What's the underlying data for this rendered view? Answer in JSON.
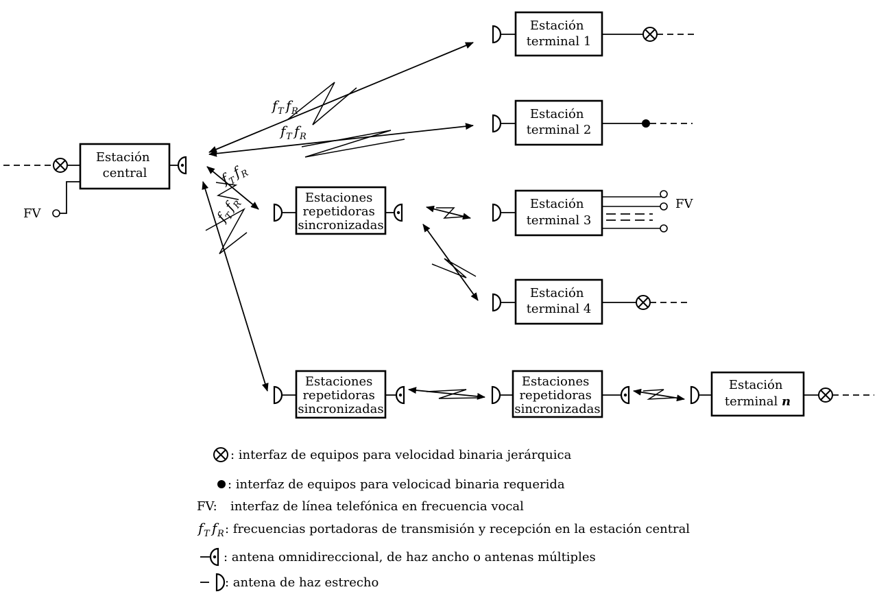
{
  "boxes": {
    "central": [
      "Estación",
      "central"
    ],
    "t1": [
      "Estación",
      "terminal 1"
    ],
    "t2": [
      "Estación",
      "terminal 2"
    ],
    "t3": [
      "Estación",
      "terminal 3"
    ],
    "t4": [
      "Estación",
      "terminal 4"
    ],
    "rep1": [
      "Estaciones",
      "repetidoras",
      "sincronizadas"
    ],
    "rep2": [
      "Estaciones",
      "repetidoras",
      "sincronizadas"
    ],
    "rep3": [
      "Estaciones",
      "repetidoras",
      "sincronizadas"
    ],
    "tn_line1": "Estación",
    "tn_line2_text": "terminal ",
    "tn_line2_var": "n"
  },
  "labels": {
    "fv": "FV",
    "freq_f": "f",
    "freq_T": "T",
    "freq_R": "R"
  },
  "legend": {
    "hierarchical": ": interfaz de equipos para velocidad binaria jerárquica",
    "required": ": interfaz de equipos para velocicad binaria requerida",
    "fv_key": "FV:",
    "fv_desc": "interfaz de línea telefónica en frecuencia vocal",
    "freq_desc": ": frecuencias portadoras de transmisión y recepción en la estación central",
    "omni": ": antena omnidireccional, de haz ancho o antenas múltiples",
    "narrow": ": antena de haz estrecho"
  }
}
